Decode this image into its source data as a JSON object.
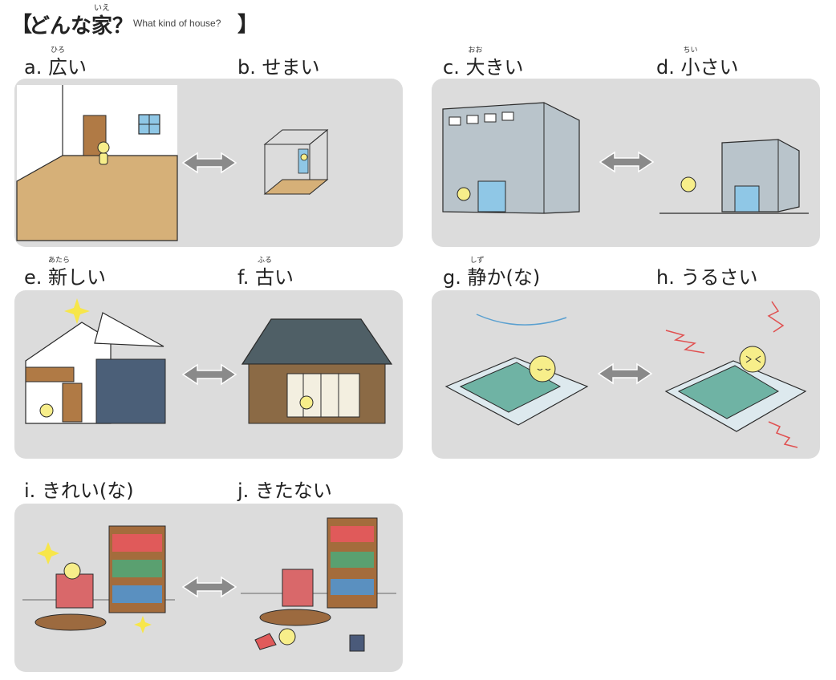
{
  "title": {
    "open_bracket": "【",
    "main_prefix": "どんな",
    "main_kanji": "家",
    "main_kanji_ruby": "いえ",
    "main_suffix": "？",
    "english": "What kind of house?",
    "close_bracket": "】"
  },
  "pairs": [
    {
      "left": {
        "letter": "a.",
        "word": "広い",
        "kanji": "広",
        "kana": "い",
        "ruby": "ひろ"
      },
      "right": {
        "letter": "b.",
        "word": "せまい"
      }
    },
    {
      "left": {
        "letter": "c.",
        "word": "大きい",
        "kanji": "大",
        "kana": "きい",
        "ruby": "おお"
      },
      "right": {
        "letter": "d.",
        "word": "小さい",
        "kanji": "小",
        "kana": "さい",
        "ruby": "ちい"
      }
    },
    {
      "left": {
        "letter": "e.",
        "word": "新しい",
        "kanji": "新",
        "kana": "しい",
        "ruby": "あたら"
      },
      "right": {
        "letter": "f.",
        "word": "古い",
        "kanji": "古",
        "kana": "い",
        "ruby": "ふる"
      }
    },
    {
      "left": {
        "letter": "g.",
        "word": "静か(な)",
        "kanji": "静",
        "kana": "か(な)",
        "ruby": "しず"
      },
      "right": {
        "letter": "h.",
        "word": "うるさい"
      }
    },
    {
      "left": {
        "letter": "i.",
        "word": "きれい(な)"
      },
      "right": {
        "letter": "j.",
        "word": "きたない"
      }
    }
  ],
  "colors": {
    "panel": "#dcdcdc",
    "arrow": "#8a8a8a",
    "character": "#f7ee8a",
    "outline": "#2a2a2a",
    "floor": "#d6b078",
    "building": "#b9c4cb",
    "window": "#8fc7e6",
    "futon": "#6fb3a4",
    "sparkle": "#f7e64a",
    "noise": "#e05050"
  },
  "icons": [
    "double-arrow-icon",
    "sparkle-icon",
    "noise-zigzag-icon",
    "person-icon"
  ]
}
